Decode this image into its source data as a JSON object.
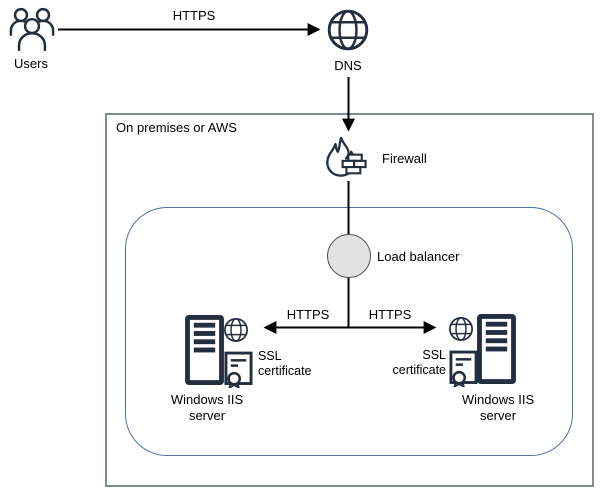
{
  "diagram": {
    "region_label": "On premises or AWS",
    "nodes": {
      "users": {
        "label": "Users",
        "icon": "user-group-icon"
      },
      "dns": {
        "label": "DNS",
        "icon": "globe-icon"
      },
      "firewall": {
        "label": "Firewall",
        "icon": "flame-brick-wall-icon"
      },
      "load_balancer": {
        "label": "Load balancer",
        "icon": "gray-circle"
      },
      "server_left": {
        "label": "Windows IIS server",
        "badge": "SSL certificate",
        "icon": "server-tower-with-globe-and-certificate"
      },
      "server_right": {
        "label": "Windows IIS server",
        "badge": "SSL certificate",
        "icon": "server-tower-with-globe-and-certificate"
      }
    },
    "edges": {
      "users_to_dns": {
        "label": "HTTPS"
      },
      "dns_to_firewall": {
        "label": ""
      },
      "lb_to_server_left": {
        "label": "HTTPS"
      },
      "lb_to_server_right": {
        "label": "HTTPS"
      }
    },
    "colors": {
      "icon_stroke": "#232f3e",
      "outer_border": "#7e8896",
      "inner_border": "#4f6fa5",
      "lb_fill": "#e2e2e2",
      "lb_stroke": "#4d4d4d",
      "connector": "#000000"
    }
  }
}
